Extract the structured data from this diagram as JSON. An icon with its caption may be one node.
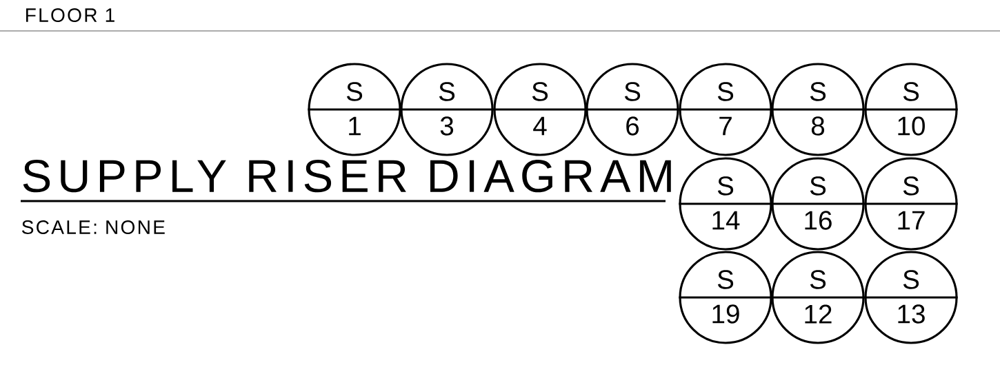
{
  "diagram": {
    "title": "SUPPLY RISER DIAGRAM",
    "nodes": [
      {
        "text": [
          "S",
          "1"
        ]
      },
      {
        "text": [
          "S",
          "3"
        ]
      },
      {
        "text": [
          "S",
          "4"
        ]
      },
      {
        "text": [
          "S",
          "6"
        ]
      },
      {
        "text": [
          "S",
          "7"
        ]
      },
      {
        "text": [
          "S",
          "8"
        ]
      },
      {
        "text": [
          "S",
          "10"
        ]
      },
      {
        "text": [
          "S",
          "14"
        ]
      },
      {
        "text": [
          "S",
          "16"
        ]
      },
      {
        "text": [
          "S",
          "17"
        ]
      },
      {
        "text": [
          "S",
          "19"
        ]
      },
      {
        "text": [
          "S",
          "12"
        ]
      },
      {
        "text": [
          "S",
          "13"
        ]
      }
    ],
    "labels": [
      "FLOOR 1",
      "SCALE: NONE"
    ]
  }
}
